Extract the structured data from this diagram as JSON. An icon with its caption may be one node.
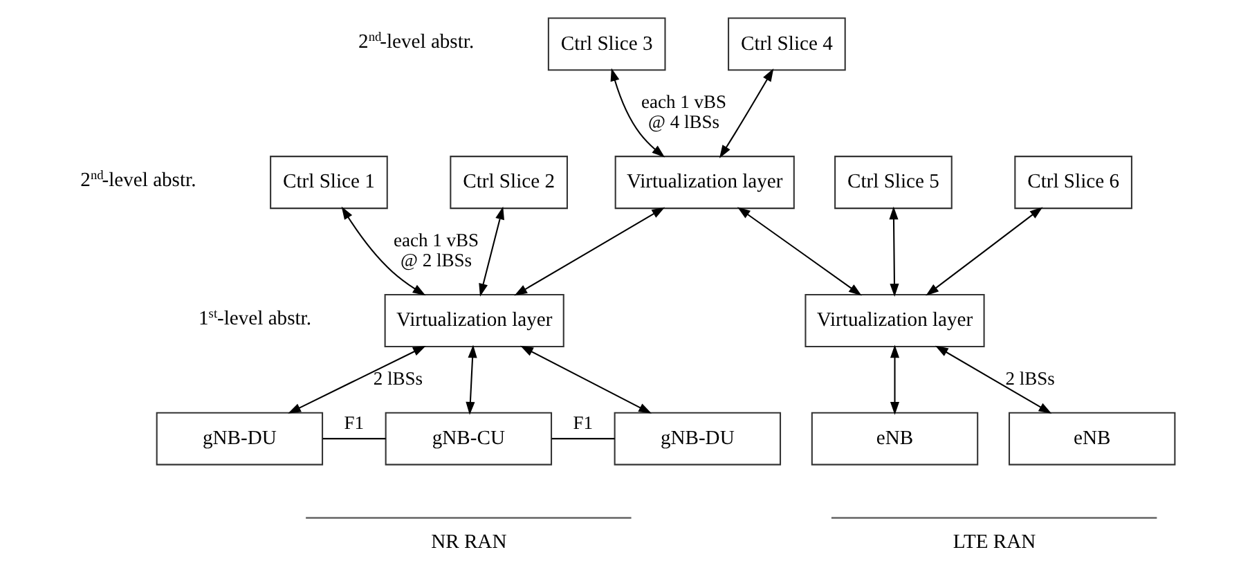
{
  "diagram": {
    "nodes": [
      {
        "text": [
          "Ctrl Slice 3"
        ]
      },
      {
        "text": [
          "Ctrl Slice 4"
        ]
      },
      {
        "text": [
          "Virtualization layer"
        ]
      },
      {
        "text": [
          "Ctrl Slice 1"
        ]
      },
      {
        "text": [
          "Ctrl Slice 2"
        ]
      },
      {
        "text": [
          "Ctrl Slice 5"
        ]
      },
      {
        "text": [
          "Ctrl Slice 6"
        ]
      },
      {
        "text": [
          "Virtualization layer"
        ]
      },
      {
        "text": [
          "Virtualization layer"
        ]
      },
      {
        "text": [
          "gNB-DU"
        ]
      },
      {
        "text": [
          "gNB-CU"
        ]
      },
      {
        "text": [
          "gNB-DU"
        ]
      },
      {
        "text": [
          "eNB"
        ]
      },
      {
        "text": [
          "eNB"
        ]
      }
    ],
    "edges": [
      {
        "from": 0,
        "to": 2,
        "arrow": "both",
        "label": "each 1 vBS @ 4 lBSs"
      },
      {
        "from": 1,
        "to": 2,
        "arrow": "both"
      },
      {
        "from": 3,
        "to": 7,
        "arrow": "both",
        "label": "each 1 vBS @ 2 lBSs"
      },
      {
        "from": 4,
        "to": 7,
        "arrow": "both"
      },
      {
        "from": 2,
        "to": 7,
        "arrow": "both"
      },
      {
        "from": 2,
        "to": 8,
        "arrow": "both"
      },
      {
        "from": 5,
        "to": 8,
        "arrow": "both"
      },
      {
        "from": 6,
        "to": 8,
        "arrow": "both"
      },
      {
        "from": 7,
        "to": 9,
        "arrow": "both",
        "label": "2 lBSs"
      },
      {
        "from": 7,
        "to": 10,
        "arrow": "both"
      },
      {
        "from": 7,
        "to": 11,
        "arrow": "both"
      },
      {
        "from": 8,
        "to": 12,
        "arrow": "both"
      },
      {
        "from": 8,
        "to": 13,
        "arrow": "both",
        "label": "2 lBSs"
      },
      {
        "from": 9,
        "to": 10,
        "arrow": "none",
        "label": "F1"
      },
      {
        "from": 10,
        "to": 11,
        "arrow": "none",
        "label": "F1"
      }
    ],
    "labels": [
      "2$^{nd}$-level abstr.",
      "2$^{nd}$-level abstr.",
      "1$^{st}$-level abstr.",
      "NR RAN",
      "LTE RAN"
    ]
  }
}
